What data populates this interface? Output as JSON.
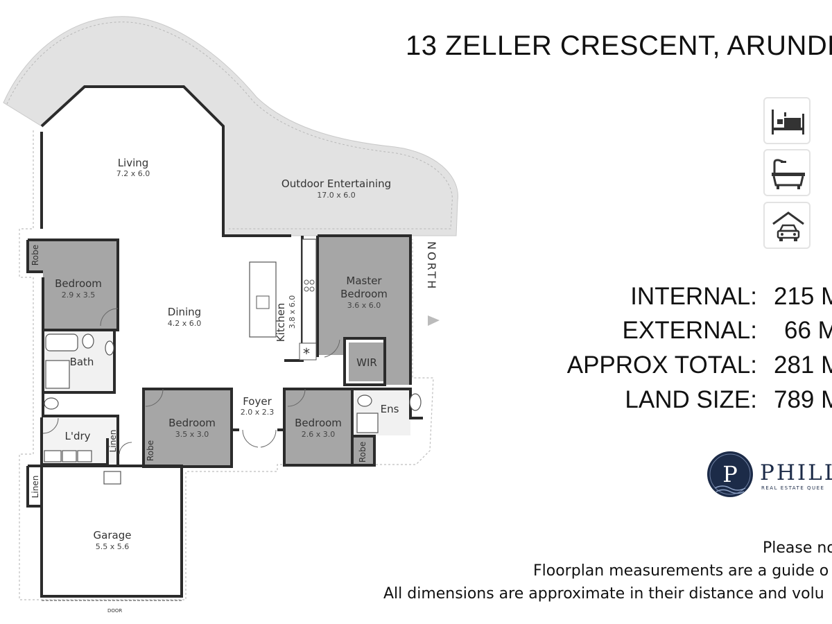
{
  "header": {
    "address": "13 ZELLER CRESCENT, ARUNDE"
  },
  "icons": [
    "bed-icon",
    "bath-icon",
    "car-icon"
  ],
  "plan": {
    "north_label": "NORTH",
    "door_label": "DOOR",
    "star": "*",
    "rooms": {
      "living": {
        "name": "Living",
        "dim": "7.2 x 6.0"
      },
      "outdoor": {
        "name": "Outdoor Entertaining",
        "dim": "17.0 x 6.0"
      },
      "bedroom_left": {
        "name": "Bedroom",
        "dim": "2.9 x 3.5"
      },
      "dining": {
        "name": "Dining",
        "dim": "4.2 x 6.0"
      },
      "kitchen": {
        "name": "Kitchen",
        "dim": "3.8 x 6.0"
      },
      "master": {
        "name1": "Master",
        "name2": "Bedroom",
        "dim": "3.6 x 6.0"
      },
      "wir": {
        "name": "WIR"
      },
      "bath": {
        "name": "Bath"
      },
      "foyer": {
        "name": "Foyer",
        "dim": "2.0 x 2.3"
      },
      "bedroom_mid": {
        "name": "Bedroom",
        "dim": "3.5 x 3.0"
      },
      "bedroom_right": {
        "name": "Bedroom",
        "dim": "2.6 x 3.0"
      },
      "ens": {
        "name": "Ens"
      },
      "laundry": {
        "name": "L'dry"
      },
      "garage": {
        "name": "Garage",
        "dim": "5.5 x 5.6"
      }
    },
    "robe": "Robe",
    "linen": "Linen"
  },
  "stats": [
    {
      "label": "INTERNAL:",
      "value": "215 M"
    },
    {
      "label": "EXTERNAL:",
      "value": "66 M"
    },
    {
      "label": "APPROX TOTAL:",
      "value": "281 M"
    },
    {
      "label": "LAND SIZE:",
      "value": "789 M"
    }
  ],
  "brand": {
    "initial": "P",
    "name": "PHILL",
    "tagline": "REAL ESTATE QUEE",
    "primary_color": "#1c2b48"
  },
  "notes": {
    "line1": "Please no",
    "line2": "Floorplan measurements are a guide o",
    "line3": "All dimensions are approximate in their distance and volu"
  }
}
